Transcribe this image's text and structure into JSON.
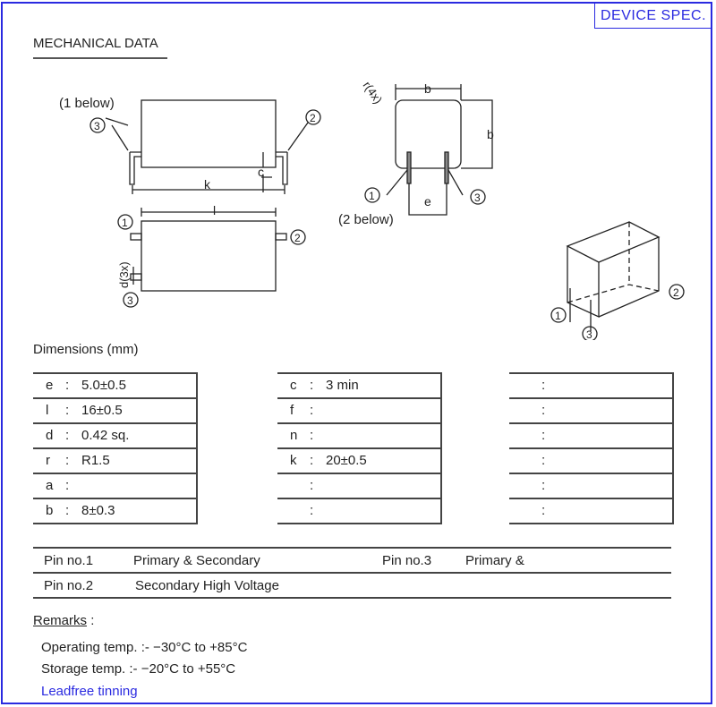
{
  "header": {
    "badge": "DEVICE SPEC.",
    "section_title": "MECHANICAL DATA"
  },
  "drawing": {
    "side_view_label": "(1 below)",
    "end_view_label": "(2 below)",
    "dim_k": "k",
    "dim_c": "c",
    "dim_l": "l",
    "dim_d": "d(3x)",
    "dim_b_top": "b",
    "dim_b_side": "b",
    "dim_e": "e",
    "dim_r": "r(4x)",
    "pin1": "1",
    "pin2": "2",
    "pin3": "3"
  },
  "dimensions": {
    "title": "Dimensions (mm)",
    "col1": [
      {
        "key": "e",
        "value": "5.0±0.5"
      },
      {
        "key": "l",
        "value": "16±0.5"
      },
      {
        "key": "d",
        "value": "0.42 sq."
      },
      {
        "key": "r",
        "value": "R1.5"
      },
      {
        "key": "a",
        "value": ""
      },
      {
        "key": "b",
        "value": "8±0.3"
      }
    ],
    "col2": [
      {
        "key": "c",
        "value": "3 min"
      },
      {
        "key": "f",
        "value": ""
      },
      {
        "key": "n",
        "value": ""
      },
      {
        "key": "k",
        "value": "20±0.5"
      },
      {
        "key": "",
        "value": ""
      },
      {
        "key": "",
        "value": ""
      }
    ],
    "col3": [
      {
        "key": "",
        "value": ""
      },
      {
        "key": "",
        "value": ""
      },
      {
        "key": "",
        "value": ""
      },
      {
        "key": "",
        "value": ""
      },
      {
        "key": "",
        "value": ""
      },
      {
        "key": "",
        "value": ""
      }
    ],
    "separator": ":"
  },
  "pins": {
    "pin1_label": "Pin no.1",
    "pin1_desc": "Primary & Secondary",
    "pin3_label": "Pin no.3",
    "pin3_desc": "Primary &",
    "pin2_label": "Pin no.2",
    "pin2_desc": "Secondary High Voltage"
  },
  "remarks": {
    "title": "Remarks",
    "colon": ":",
    "operating": "Operating temp. :- −30°C to +85°C",
    "storage": "Storage temp. :- −20°C to +55°C",
    "note": "Leadfree tinning"
  },
  "colors": {
    "accent": "#2a2ae0"
  }
}
